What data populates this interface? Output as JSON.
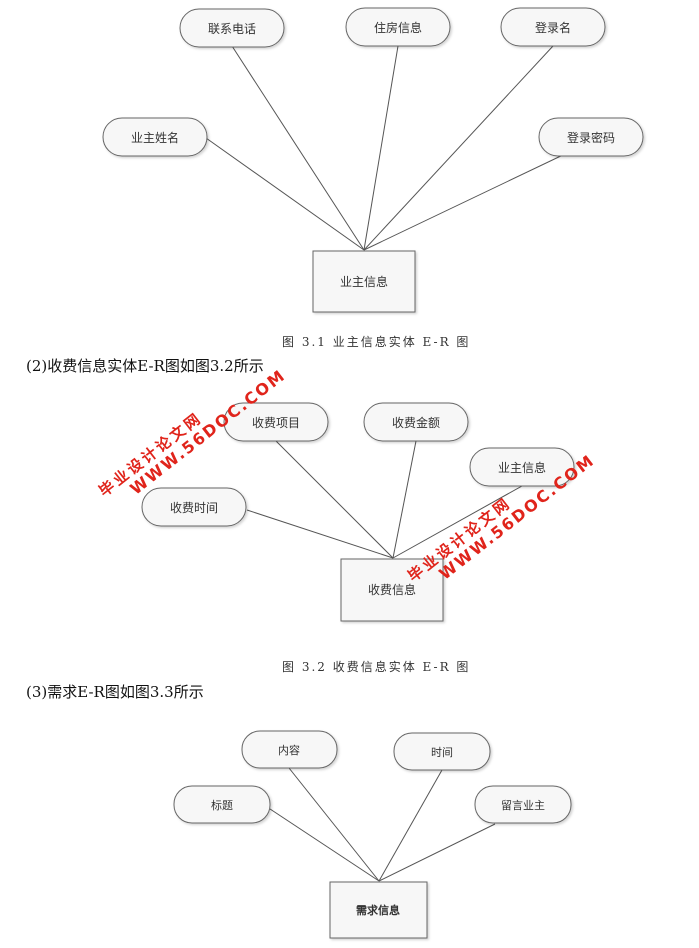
{
  "diagrams": [
    {
      "entity": "业主信息",
      "attributes": [
        "联系电话",
        "住房信息",
        "登录名",
        "业主姓名",
        "登录密码"
      ],
      "caption": "图 3.1 业主信息实体 E-R 图"
    },
    {
      "heading": "(2)收费信息实体E-R图如图3.2所示",
      "entity": "收费信息",
      "attributes": [
        "收费项目",
        "收费金额",
        "业主信息",
        "收费时间"
      ],
      "caption": "图 3.2 收费信息实体 E-R 图"
    },
    {
      "heading": "(3)需求E-R图如图3.3所示",
      "entity": "需求信息",
      "attributes": [
        "内容",
        "时间",
        "标题",
        "留言业主"
      ],
      "caption": ""
    }
  ],
  "watermarks": [
    {
      "cn": "毕业设计论文网",
      "en": "WWW.56DOC.COM"
    },
    {
      "cn": "毕业设计论文网",
      "en": "WWW.56DOC.COM"
    }
  ],
  "colors": {
    "watermark": "#e0241b",
    "stroke": "#555555",
    "node_fill": "#f7f7f7"
  }
}
